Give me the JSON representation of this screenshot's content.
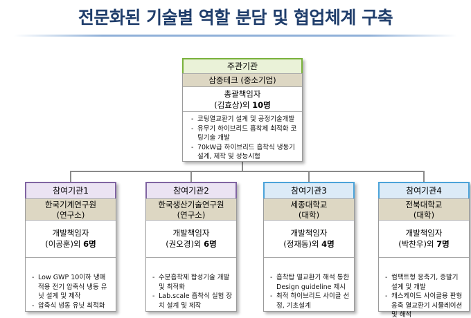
{
  "title": "전문화된 기술별 역할 분담 및 협업체계 구축",
  "main": {
    "role": "주관기관",
    "org": "삼중테크 (중소기업)",
    "lead_title": "총괄책임자",
    "lead_name": "(김효상)외",
    "lead_count": "10명",
    "tasks": [
      "코팅열교환기 설계 및 공정기술개발",
      "유무기 하이브리드 흡착제 최적화 코팅기술 개발",
      "70kW급 하이브리드 흡착식 냉동기 설계, 제작 및 성능시험"
    ]
  },
  "participants": [
    {
      "role": "참여기관1",
      "org_line1": "한국기계연구원",
      "org_line2": "(연구소)",
      "lead_title": "개발책임자",
      "lead_name": "(이공훈)외",
      "lead_count": "6명",
      "tasks": [
        "Low GWP 10이하 냉매 적용 전기 압축식 냉동 유닛 설계 및 제작",
        "압축식 냉동 유닛 최적화"
      ]
    },
    {
      "role": "참여기관2",
      "org_line1": "한국생산기술연구원",
      "org_line2": "(연구소)",
      "lead_title": "개발책임자",
      "lead_name": "(권오경)외",
      "lead_count": "6명",
      "tasks": [
        "수분흡착제 합성기술 개발 및 최적화",
        "Lab.scale 흡착식 실험 장치 설계 및 제작"
      ]
    },
    {
      "role": "참여기관3",
      "org_line1": "세종대학교",
      "org_line2": "(대학)",
      "lead_title": "개발책임자",
      "lead_name": "(정재동)외",
      "lead_count": "4명",
      "tasks": [
        "흡착탑 열교환기 해석 통한 Design guideline 제시",
        "최적 하이브리드 사이클 선정, 기초설계"
      ]
    },
    {
      "role": "참여기관4",
      "org_line1": "전북대학교",
      "org_line2": "(대학)",
      "lead_title": "개발책임자",
      "lead_name": "(박찬우)외",
      "lead_count": "7명",
      "tasks": [
        "컴팩트형 응축기, 증발기 설계 및 개발",
        "캐스케이드 사이클용 판형 응축 열교환기 시뮬레이션 및 해석"
      ]
    }
  ]
}
